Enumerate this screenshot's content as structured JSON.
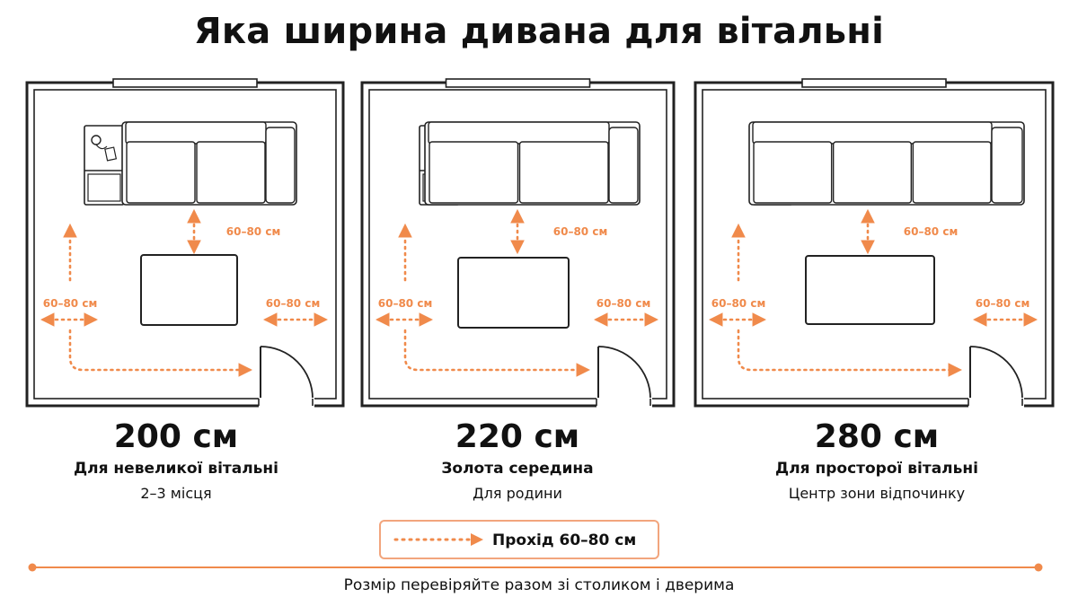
{
  "title": "Яка ширина дивана для вітальні",
  "accent_color": "#f08a4b",
  "line_color": "#222222",
  "dimension_label": "60–80 см",
  "panels": [
    {
      "size": "200 см",
      "name": "Для невеликої вітальні",
      "description": "2–3 місця",
      "sofa_seats": 2
    },
    {
      "size": "220 см",
      "name": "Золота середина",
      "description": "Для родини",
      "sofa_seats": 2
    },
    {
      "size": "280 см",
      "name": "Для просторої вітальні",
      "description": "Центр зони відпочинку",
      "sofa_seats": 3
    }
  ],
  "legend": {
    "label": "Прохід 60–80 см",
    "icon": "dotted-arrow-icon"
  },
  "footer": "Розмір перевіряйте разом зі столиком і дверима"
}
